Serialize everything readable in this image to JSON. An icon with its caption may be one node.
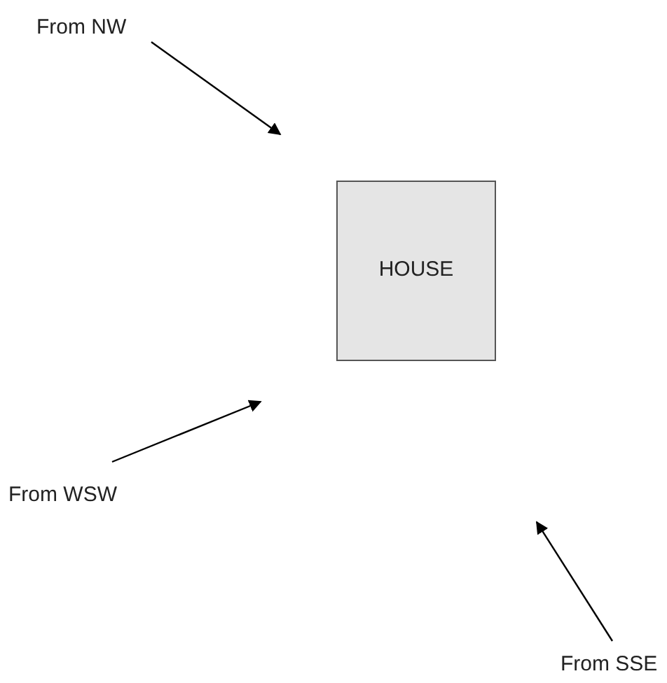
{
  "diagram": {
    "nodes": [
      {
        "text": [
          "From NW"
        ]
      },
      {
        "text": [
          "HOUSE"
        ]
      },
      {
        "text": [
          "From WSW"
        ]
      },
      {
        "text": [
          "From SSE"
        ]
      }
    ],
    "edges": [
      {
        "from": 0,
        "to": null,
        "arrow": "to"
      },
      {
        "from": 2,
        "to": null,
        "arrow": "to"
      },
      {
        "from": 3,
        "to": null,
        "arrow": "to"
      }
    ]
  }
}
